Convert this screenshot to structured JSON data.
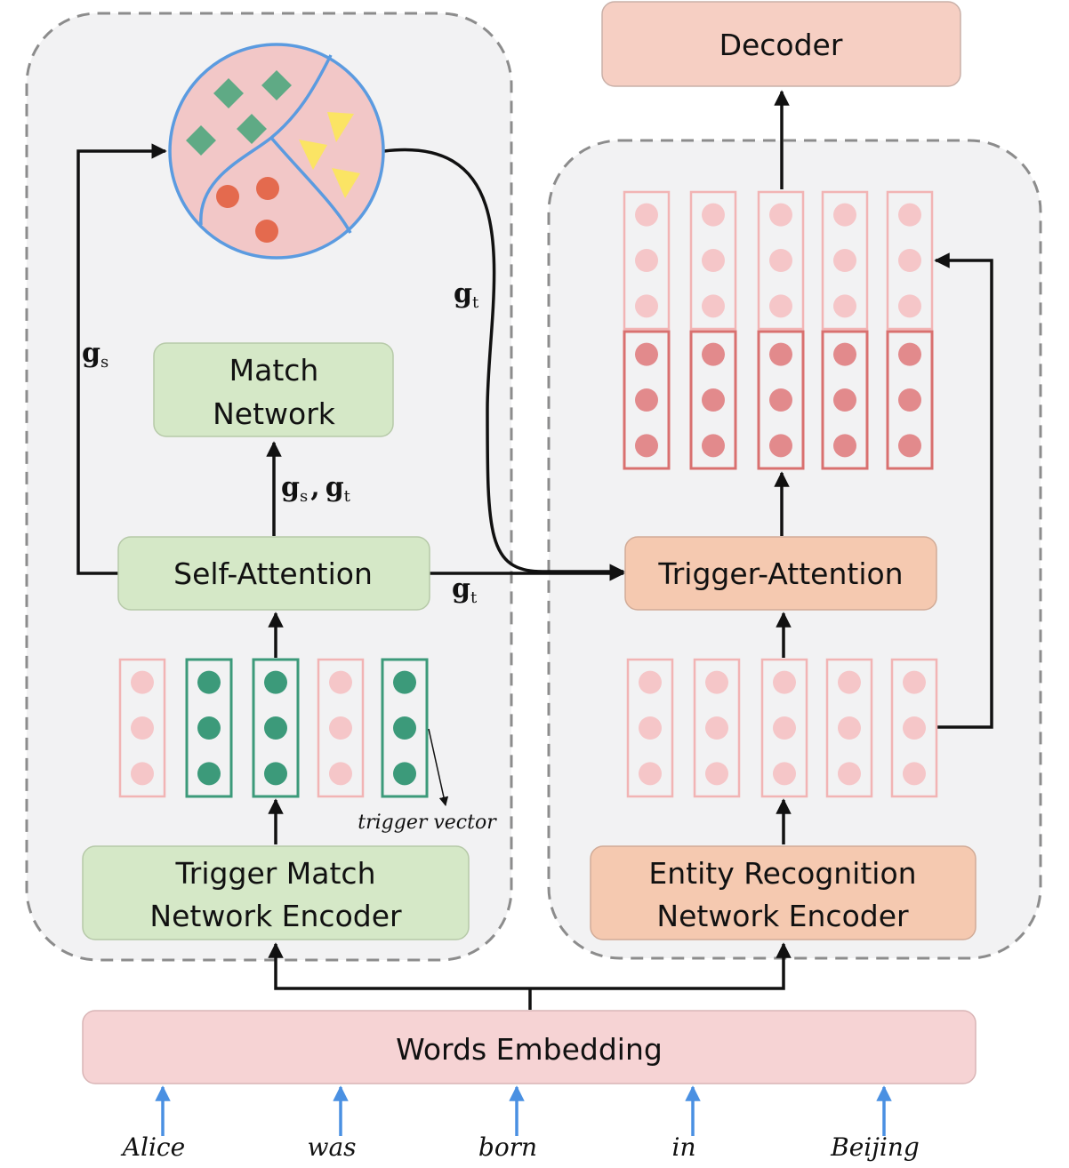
{
  "boxes": {
    "decoder": "Decoder",
    "match_network": [
      "Match",
      "Network"
    ],
    "self_attention": "Self-Attention",
    "trigger_attention": "Trigger-Attention",
    "trigger_encoder": [
      "Trigger Match",
      "Network Encoder"
    ],
    "entity_encoder": [
      "Entity Recognition",
      "Network Encoder"
    ],
    "words_embedding": "Words Embedding"
  },
  "symbols": {
    "g_letter": "g",
    "s_sub": "s",
    "t_sub": "t",
    "comma": ","
  },
  "annotations": {
    "trigger_vector": "trigger vector"
  },
  "words": [
    "Alice",
    "was",
    "born",
    "in",
    "Beijing"
  ],
  "colors": {
    "panel_fill": "#f2f2f3",
    "panel_border": "#8c8c8c",
    "green_box": "#d5e8c7",
    "orange_box": "#f5c9b0",
    "decoder_box": "#f6cfc3",
    "embedding_box": "#f6d3d4",
    "pink_token": "#f5c6c8",
    "pink_token_border": "#f2b4b4",
    "red_token": "#e28a8c",
    "red_token_border": "#d9706f",
    "green_token": "#3c9a7a",
    "green_token_border": "#3c9a7a",
    "circle_fill": "#f2c7c7",
    "circle_border": "#5b9be0",
    "diamond": "#5faa85",
    "triangle": "#fbe464",
    "dot": "#e46a4e",
    "word_arrow": "#4a90e2"
  }
}
